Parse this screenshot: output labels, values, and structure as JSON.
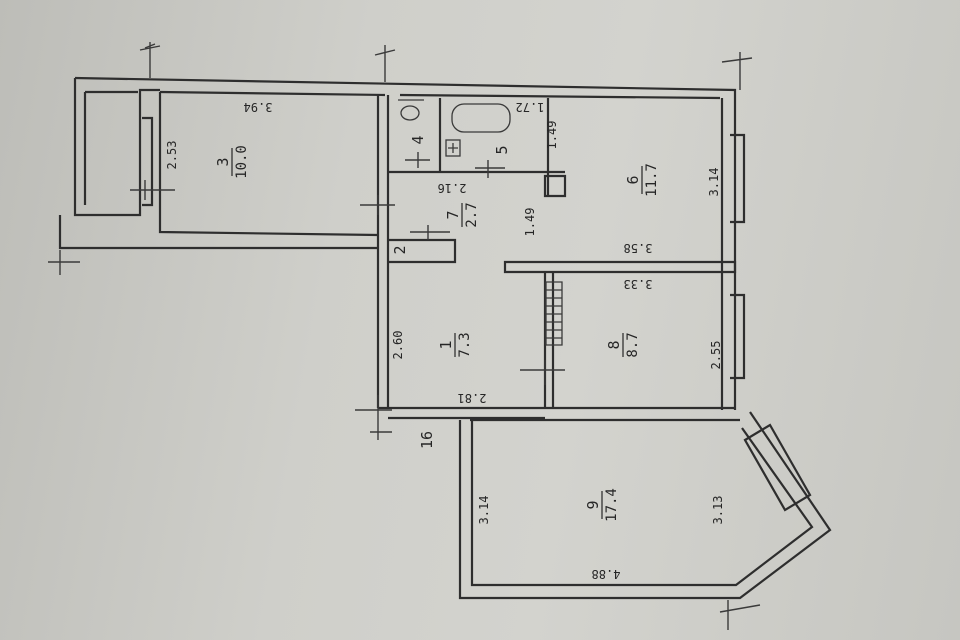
{
  "rooms": [
    {
      "number": "1",
      "area": "7.3"
    },
    {
      "number": "2",
      "area": ""
    },
    {
      "number": "3",
      "area": "10.0"
    },
    {
      "number": "4",
      "area": ""
    },
    {
      "number": "5",
      "area": ""
    },
    {
      "number": "6",
      "area": "11.7"
    },
    {
      "number": "7",
      "area": "2.7"
    },
    {
      "number": "8",
      "area": "8.7"
    },
    {
      "number": "9",
      "area": "17.4"
    }
  ],
  "dimensions": [
    "3.94",
    "2.53",
    "1.72",
    "1.49",
    "2.16",
    "1.49",
    "3.14",
    "3.58",
    "3.33",
    "2.60",
    "2.55",
    "2.81",
    "3.14",
    "3.13",
    "4.88"
  ],
  "wall_thickness_label": "16"
}
